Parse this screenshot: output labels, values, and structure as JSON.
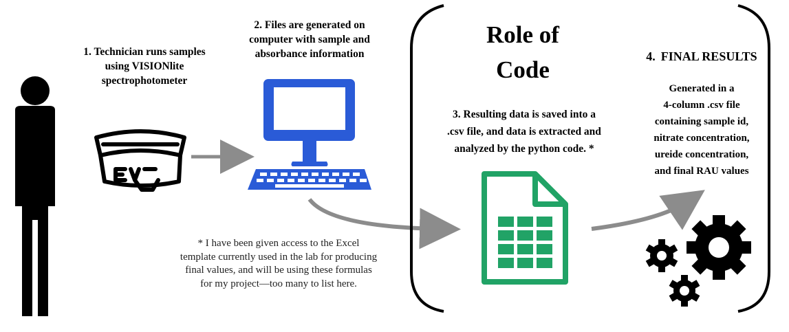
{
  "steps": {
    "step1": "1. Technician runs samples\nusing VISIONlite\nspectrophotometer",
    "step2": "2. Files are generated on\ncomputer with sample and\nabsorbance  information",
    "role": "Role of\nCode",
    "step3": "3. Resulting data is saved into a\n.csv file, and data is extracted and\nanalyzed by the python code. *",
    "step4_number": "4.",
    "step4_title": "FINAL RESULTS",
    "final_description": "Generated in a\n4-column .csv file\ncontaining sample id,\nnitrate concentration,\nureide concentration,\nand final RAU values"
  },
  "footnote": "* I have been given access to the Excel\ntemplate currently used in the lab for producing\nfinal values, and will be using these formulas\nfor my project—too many to list here.",
  "icons": {
    "technician": "person-icon",
    "instrument": "spectrophotometer-icon",
    "computer": "computer-icon",
    "spreadsheet": "spreadsheet-icon",
    "gears": "gears-icon"
  },
  "colors": {
    "computer_blue": "#2a5bd7",
    "spreadsheet_green": "#21a366",
    "arrow_gray": "#8c8c8c"
  }
}
